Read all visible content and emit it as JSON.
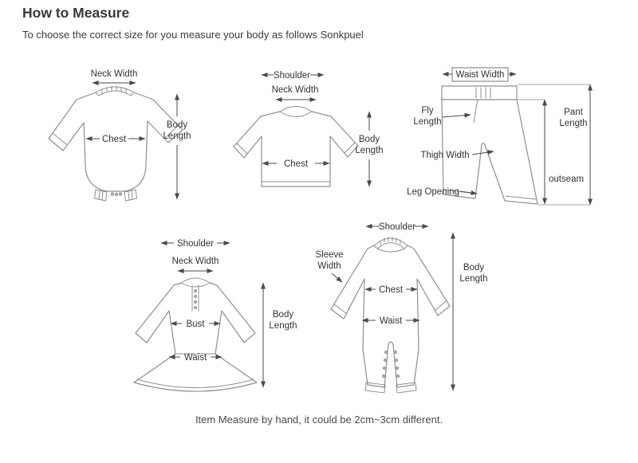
{
  "header": {
    "title": "How to Measure",
    "subtitle": "To choose the correct size for you measure your body as follows Sonkpuel"
  },
  "labels": {
    "neck_width": "Neck Width",
    "shoulder": "Shoulder",
    "chest": "Chest",
    "bust": "Bust",
    "waist": "Waist",
    "body": "Body",
    "length": "Length",
    "waist_width": "Waist Width",
    "fly": "Fly",
    "pant": "Pant",
    "thigh_width": "Thigh Width",
    "outseam": "outseam",
    "leg_opening": "Leg Opening",
    "sleeve": "Sleeve",
    "width": "Width"
  },
  "footer": {
    "note": "Item Measure by hand, it could be 2cm~3cm different."
  }
}
